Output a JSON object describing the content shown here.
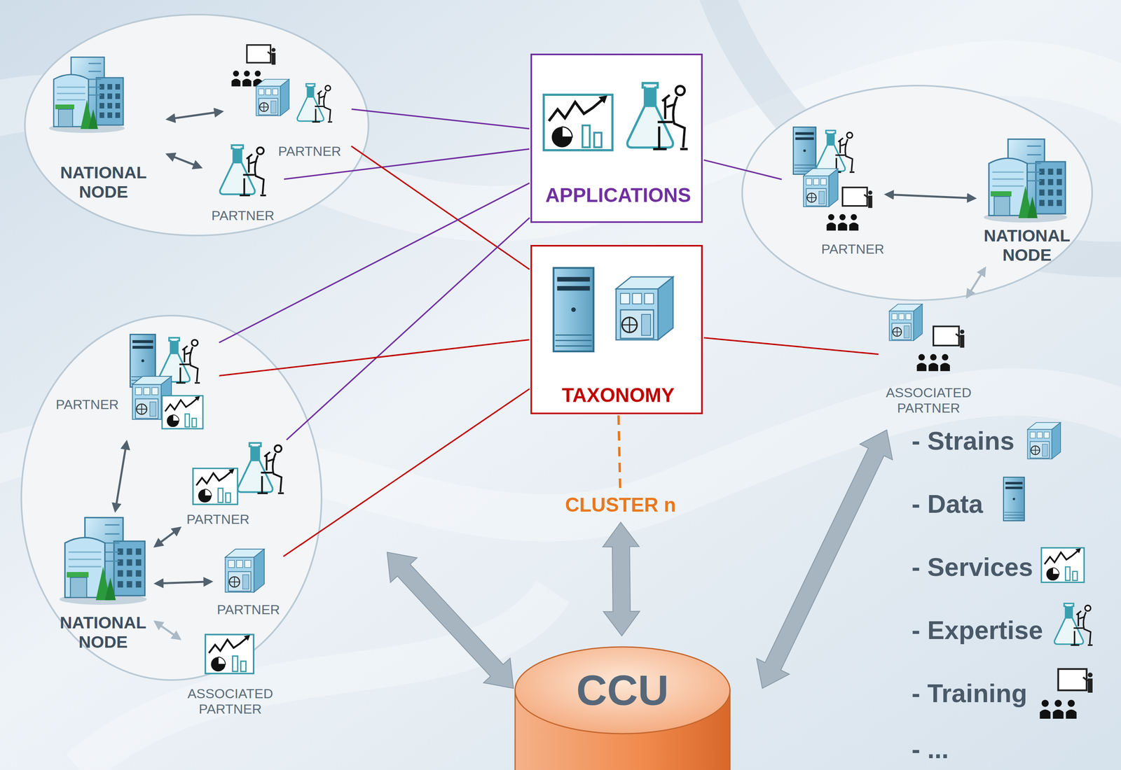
{
  "diagram": {
    "nodes": [
      {
        "text": [
          "APPLICATIONS"
        ]
      },
      {
        "text": [
          "TAXONOMY"
        ]
      },
      {
        "text": [
          "CLUSTER n"
        ]
      },
      {
        "text": [
          "CCU"
        ]
      },
      {
        "text": [
          "NATIONAL NODE"
        ]
      },
      {
        "text": [
          "PARTNER"
        ]
      },
      {
        "text": [
          "PARTNER"
        ]
      },
      {
        "text": [
          "PARTNER"
        ]
      },
      {
        "text": [
          "NATIONAL NODE"
        ]
      },
      {
        "text": [
          "ASSOCIATED PARTNER"
        ]
      },
      {
        "text": [
          "PARTNER"
        ]
      },
      {
        "text": [
          "PARTNER"
        ]
      },
      {
        "text": [
          "NATIONAL NODE"
        ]
      },
      {
        "text": [
          "PARTNER"
        ]
      },
      {
        "text": [
          "ASSOCIATED PARTNER"
        ]
      }
    ],
    "edges": [
      {
        "from": 4,
        "to": 5,
        "arrow": "both"
      },
      {
        "from": 4,
        "to": 6,
        "arrow": "both"
      },
      {
        "from": 5,
        "to": 0,
        "arrow": "none"
      },
      {
        "from": 6,
        "to": 0,
        "arrow": "none"
      },
      {
        "from": 5,
        "to": 1,
        "arrow": "none"
      },
      {
        "from": 0,
        "to": 7,
        "arrow": "none"
      },
      {
        "from": 0,
        "to": 10,
        "arrow": "none"
      },
      {
        "from": 0,
        "to": 11,
        "arrow": "none"
      },
      {
        "from": 1,
        "to": 10,
        "arrow": "none"
      },
      {
        "from": 1,
        "to": 13,
        "arrow": "none"
      },
      {
        "from": 1,
        "to": 9,
        "arrow": "none"
      },
      {
        "from": 7,
        "to": 8,
        "arrow": "both"
      },
      {
        "from": 8,
        "to": 9,
        "arrow": "both"
      },
      {
        "from": 12,
        "to": 10,
        "arrow": "both"
      },
      {
        "from": 12,
        "to": 11,
        "arrow": "both"
      },
      {
        "from": 12,
        "to": 13,
        "arrow": "both"
      },
      {
        "from": 12,
        "to": 14,
        "arrow": "both"
      },
      {
        "from": 1,
        "to": 2,
        "arrow": "none"
      },
      {
        "from": 2,
        "to": 3,
        "arrow": "both"
      }
    ],
    "legend": [
      {
        "text": "- Strains"
      },
      {
        "text": "- Data"
      },
      {
        "text": "- Services"
      },
      {
        "text": "- Expertise"
      },
      {
        "text": "- Training"
      },
      {
        "text": "- ..."
      }
    ]
  }
}
